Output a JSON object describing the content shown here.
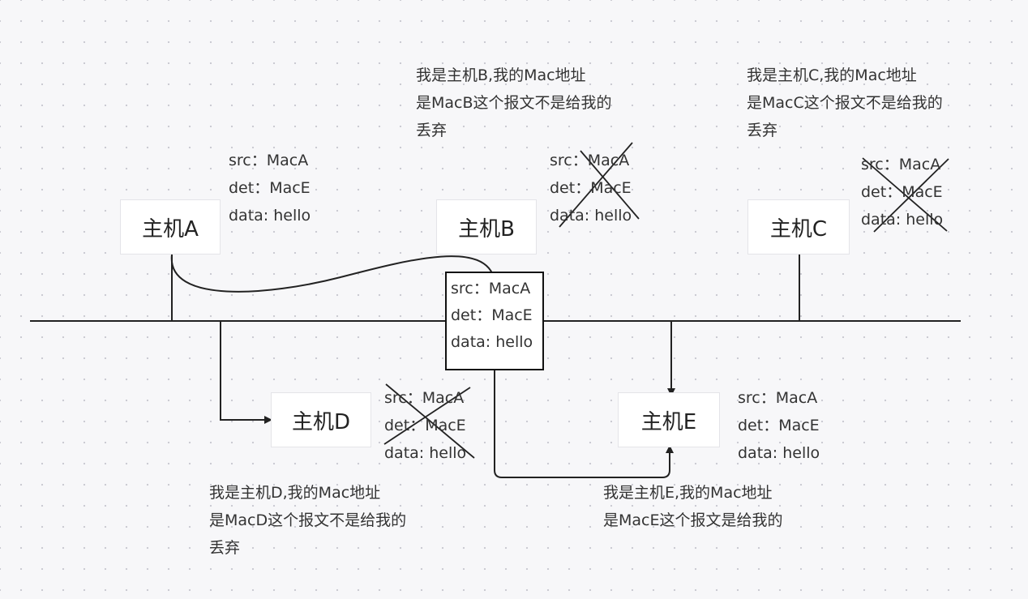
{
  "hosts": {
    "a": {
      "label": "主机A"
    },
    "b": {
      "label": "主机B"
    },
    "c": {
      "label": "主机C"
    },
    "d": {
      "label": "主机D"
    },
    "e": {
      "label": "主机E"
    }
  },
  "packet": {
    "src": "src：MacA",
    "dst": "det：MacE",
    "data": "data: hello"
  },
  "notes": {
    "b": [
      "我是主机B,我的Mac地址",
      "是MacB这个报文不是给我的",
      "丢弃"
    ],
    "c": [
      "我是主机C,我的Mac地址",
      "是MacC这个报文不是给我的",
      "丢弃"
    ],
    "d": [
      "我是主机D,我的Mac地址",
      "是MacD这个报文不是给我的",
      "丢弃"
    ],
    "e": [
      "我是主机E,我的Mac地址",
      "是MacE这个报文是给我的"
    ]
  },
  "colors": {
    "background": "#f7f7f9",
    "line": "#222222",
    "box": "#ffffff"
  }
}
